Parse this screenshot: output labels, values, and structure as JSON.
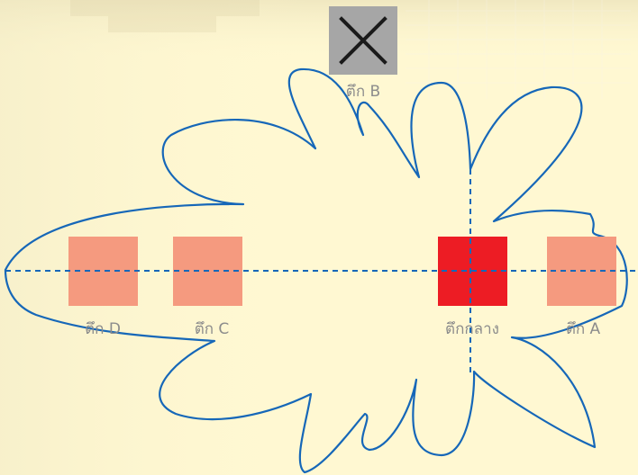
{
  "labels": {
    "building_b": "ตึก B",
    "building_d": "ตึก D",
    "building_c": "ตึก C",
    "central_building": "ตึกกลาง",
    "building_a": "ตึก A"
  },
  "colors": {
    "background": "#fff8d2",
    "outline": "#1667b8",
    "building_fill": "#f59a7f",
    "central_fill": "#ed1c24",
    "marker_fill": "#a6a6a6",
    "label": "#8c8c8c"
  },
  "icons": {
    "top_marker": "close-icon"
  }
}
